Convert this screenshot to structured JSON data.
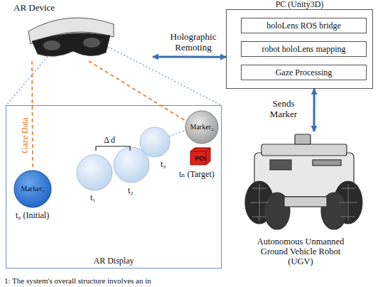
{
  "diagram": {
    "caption": "1: The system's overall structure involves an in",
    "nodes": [
      {
        "text": [
          "PC (Unity3D)"
        ]
      },
      {
        "text": [
          "holoLens ROS bridge"
        ],
        "in": 0
      },
      {
        "text": [
          "robot holoLens mapping"
        ],
        "in": 0
      },
      {
        "text": [
          "Gaze Processing"
        ],
        "in": 0
      },
      {
        "text": [
          "AR Device"
        ]
      },
      {
        "text": [
          "Autonomous Unmanned Ground Vehicle Robot (UGV)"
        ]
      },
      {
        "text": [
          "AR Display"
        ]
      },
      {
        "text": [
          "Marker₁"
        ],
        "in": 6
      },
      {
        "text": [
          "Marker₂"
        ],
        "in": 6
      },
      {
        "text": [
          "POI"
        ],
        "in": 6
      }
    ],
    "edges": [
      {
        "from": 4,
        "to": 0,
        "arrow": "both",
        "label": "Holographic Remoting"
      },
      {
        "from": 0,
        "to": 5,
        "arrow": "both",
        "label": "Sends Marker"
      },
      {
        "from": 4,
        "to": 7,
        "arrow": "none",
        "label": "Gaze Data"
      },
      {
        "from": 4,
        "to": 8,
        "arrow": "none"
      }
    ],
    "labels": [
      "Δ d",
      "t₀ (Initial)",
      "t₁",
      "t₂",
      "t₃",
      "tₙ (Target)"
    ]
  }
}
